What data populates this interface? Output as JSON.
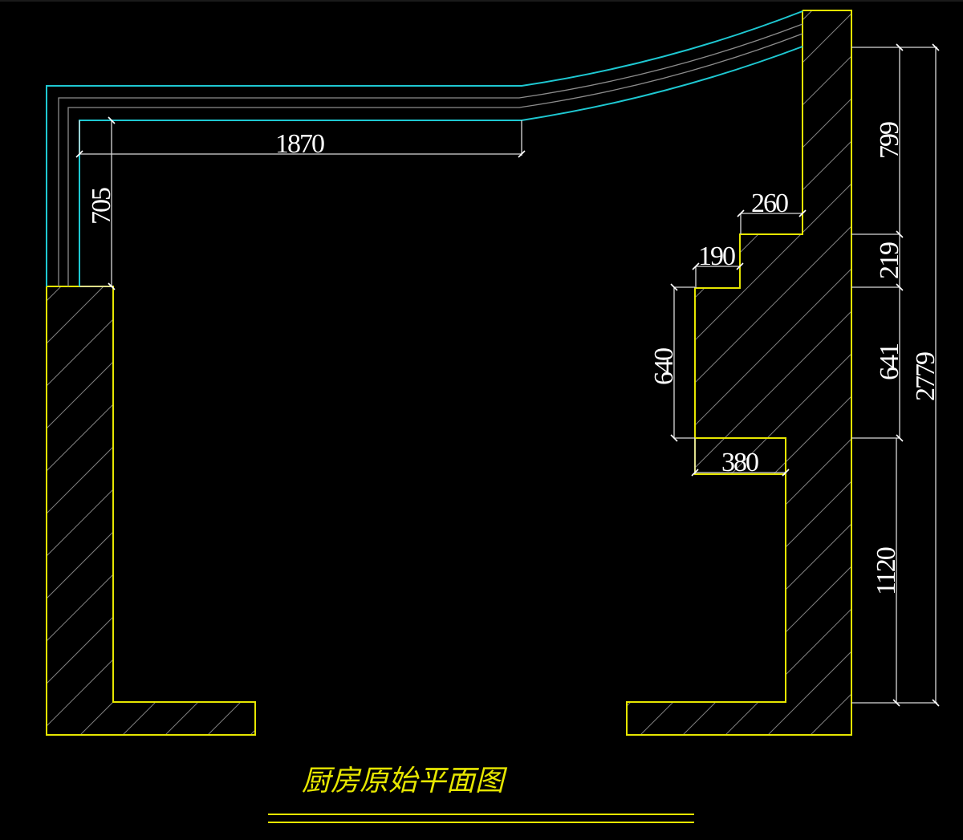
{
  "drawing": {
    "title": "厨房原始平面图",
    "units": "mm",
    "colors": {
      "background": "#000000",
      "wall": "#e6e600",
      "hatch": "#808080",
      "window_outer": "#1ec8d2",
      "window_inner": "#8c8c8c",
      "dimension": "#d9d9d9",
      "dimension_text": "#ffffff",
      "title": "#e6e600"
    },
    "dimensions": {
      "window_width": "1870",
      "left_window_depth": "705",
      "right_step_upper": "260",
      "right_step_lower": "190",
      "right_recess_height": "640",
      "right_recess_bottom": "380",
      "right_segment_1": "799",
      "right_segment_2": "219",
      "right_segment_3": "641",
      "right_segment_4": "1120",
      "right_total": "2779"
    },
    "elements": {
      "left_wall": "wall",
      "right_wall": "wall",
      "window": "window",
      "title_underline": "double-line"
    }
  }
}
